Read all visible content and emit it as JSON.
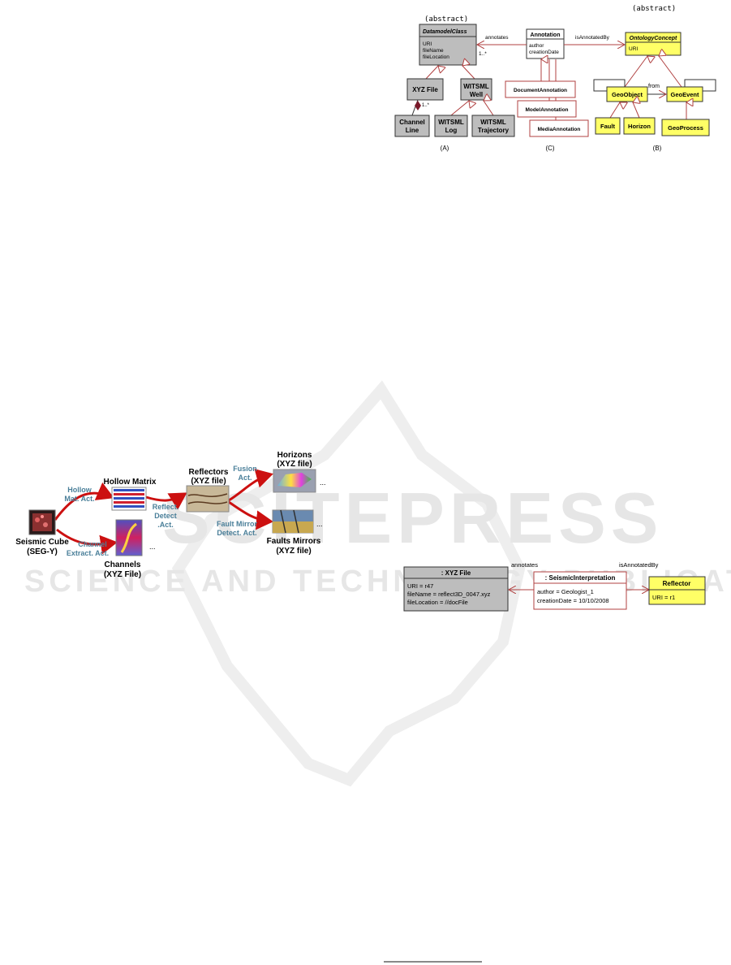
{
  "watermark": {
    "brand": "SCITEPRESS",
    "tagline": "SCIENCE AND TECHNOLOGY PUBLICATIONS"
  },
  "figure_model": {
    "abstract_tag_left": "(abstract)",
    "abstract_tag_right": "(abstract)",
    "datamodel_class": {
      "title": "DatamodelClass",
      "attrs": [
        "URI",
        "fileName",
        "fileLocation"
      ]
    },
    "xyz_file": "XYZ File",
    "witsml_well": [
      "WITSML",
      "Well"
    ],
    "channel_line": [
      "Channel",
      "Line"
    ],
    "witsml_log": [
      "WITSML",
      "Log"
    ],
    "witsml_trajectory": [
      "WITSML",
      "Trajectory"
    ],
    "multiplicity_xyz": "1..*",
    "annotation": {
      "title": "Annotation",
      "attrs": [
        "author",
        "creationDate"
      ]
    },
    "annotates_label": "annotates",
    "multiplicity_annot": "1..*",
    "is_annotated_by_label": "isAnnotatedBy",
    "document_annotation": "DocumentAnnotation",
    "model_annotation": "ModelAnnotation",
    "media_annotation": "MediaAnnotation",
    "ontology_concept": {
      "title": "OntologyConcept",
      "attrs": [
        "URI"
      ]
    },
    "geo_object": "GeoObject",
    "geo_event": "GeoEvent",
    "from_label": "from",
    "fault": "Fault",
    "horizon": "Horizon",
    "geo_process": "GeoProcess",
    "panel_a": "(A)",
    "panel_c": "(C)",
    "panel_b": "(B)"
  },
  "figure_workflow": {
    "seismic_cube": [
      "Seismic Cube",
      "(SEG-Y)"
    ],
    "hollow_matrix": "Hollow Matrix",
    "hollow_act": [
      "Hollow",
      "Mat. Act."
    ],
    "channel_act": [
      "Channel",
      "Extract. Act."
    ],
    "channels": [
      "Channels",
      "(XYZ File)"
    ],
    "reflectors": [
      "Reflectors",
      "(XYZ file)"
    ],
    "reflect_act": [
      "Reflect.",
      "Detect",
      ".Act."
    ],
    "fusion_act": [
      "Fusion",
      "Act."
    ],
    "horizons": [
      "Horizons",
      "(XYZ file)"
    ],
    "fault_act": [
      "Fault Mirror",
      "Detect. Act."
    ],
    "faults": [
      "Faults Mirrors",
      "(XYZ file)"
    ],
    "ellipsis": "..."
  },
  "figure_instance": {
    "xyz_file": {
      "title": ": XYZ File",
      "attrs": [
        "URI = r47",
        "fileName = reflect3D_0047.xyz",
        "fileLocation = //docFile"
      ]
    },
    "annotates_label": "annotates",
    "is_annotated_by_label": "isAnnotatedBy",
    "seismic_interp": {
      "title": ": SeismicInterpretation",
      "attrs": [
        "author = Geologist_1",
        "creationDate = 10/10/2008"
      ]
    },
    "reflector": {
      "title": "Reflector",
      "attrs": [
        "URI = r1"
      ]
    }
  }
}
